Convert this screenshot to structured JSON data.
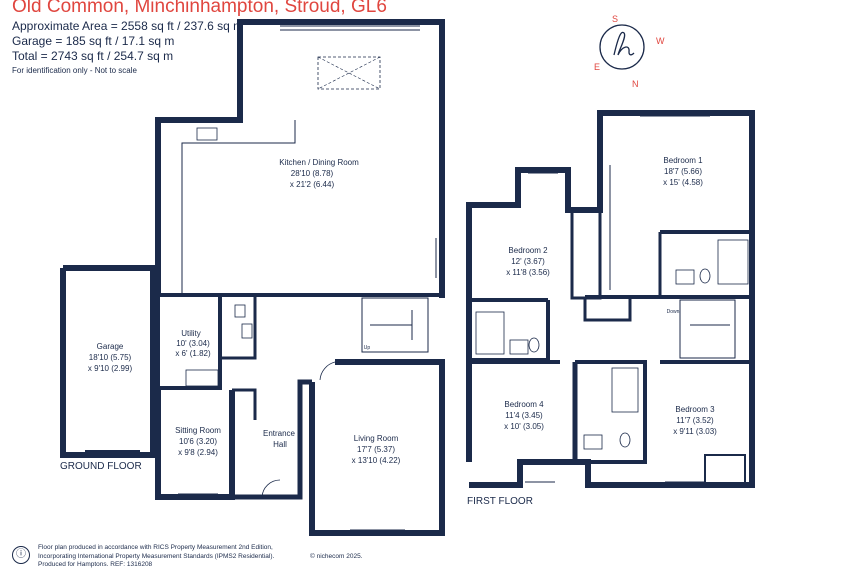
{
  "header": {
    "title": "Old Common, Minchinhampton, Stroud, GL6",
    "approx_area": "Approximate Area = 2558 sq ft / 237.6 sq m",
    "garage_area": "Garage = 185 sq ft / 17.1 sq m",
    "total_area": "Total = 2743 sq ft / 254.7 sq m",
    "scale_note": "For identification only - Not to scale"
  },
  "compass": {
    "letters": [
      "S",
      "W",
      "N",
      "E"
    ]
  },
  "ground_floor": {
    "label": "GROUND FLOOR",
    "up_label": "Up",
    "rooms": {
      "kitchen": {
        "name": "Kitchen / Dining Room",
        "dim1": "28'10 (8.78)",
        "dim2": "x 21'2 (6.44)"
      },
      "garage": {
        "name": "Garage",
        "dim1": "18'10 (5.75)",
        "dim2": "x 9'10 (2.99)"
      },
      "utility": {
        "name": "Utility",
        "dim1": "10' (3.04)",
        "dim2": "x 6' (1.82)"
      },
      "sitting": {
        "name": "Sitting Room",
        "dim1": "10'6 (3.20)",
        "dim2": "x 9'8 (2.94)"
      },
      "hall": {
        "name": "Entrance",
        "dim1": "Hall"
      },
      "living": {
        "name": "Living Room",
        "dim1": "17'7 (5.37)",
        "dim2": "x 13'10 (4.22)"
      }
    }
  },
  "first_floor": {
    "label": "FIRST FLOOR",
    "down_label": "Down",
    "rooms": {
      "bed1": {
        "name": "Bedroom 1",
        "dim1": "18'7 (5.66)",
        "dim2": "x 15' (4.58)"
      },
      "bed2": {
        "name": "Bedroom 2",
        "dim1": "12' (3.67)",
        "dim2": "x 11'8 (3.56)"
      },
      "bed3": {
        "name": "Bedroom 3",
        "dim1": "11'7 (3.52)",
        "dim2": "x 9'11 (3.03)"
      },
      "bed4": {
        "name": "Bedroom 4",
        "dim1": "11'4 (3.45)",
        "dim2": "x 10' (3.05)"
      }
    }
  },
  "footer": {
    "line1": "Floor plan produced in accordance with RICS Property Measurement 2nd Edition,",
    "line2": "Incorporating International Property Measurement Standards (IPMS2 Residential).",
    "line3": "Produced for Hamptons.  REF: 1316208",
    "copyright": "© nichecom 2025."
  }
}
